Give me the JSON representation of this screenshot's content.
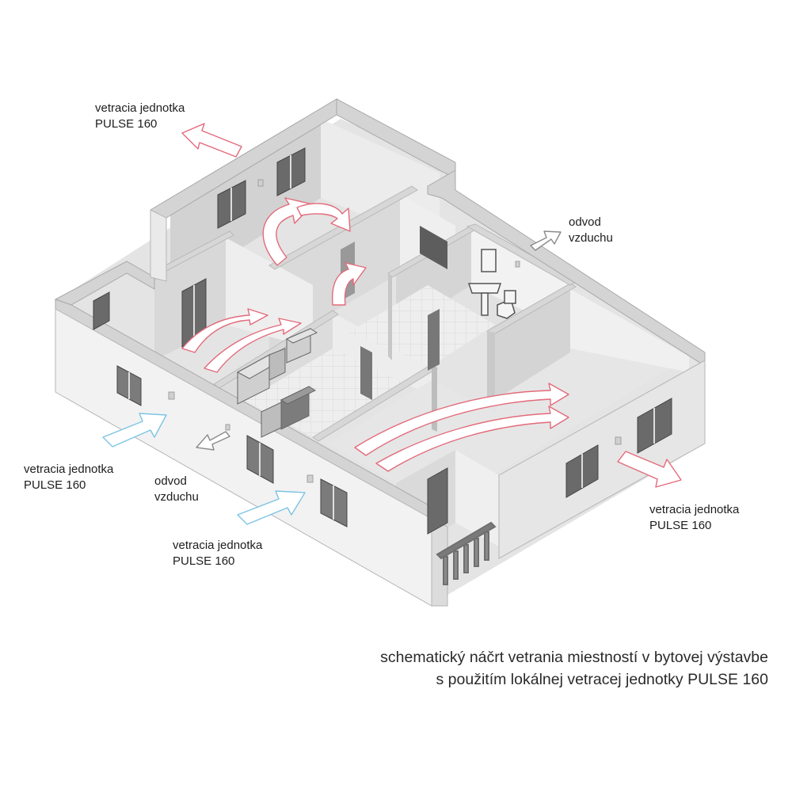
{
  "labels": {
    "unit_top_left": {
      "line1": "vetracia jednotka",
      "line2": "PULSE 160"
    },
    "exhaust_top_right": {
      "line1": "odvod",
      "line2": "vzduchu"
    },
    "unit_left": {
      "line1": "vetracia jednotka",
      "line2": "PULSE 160"
    },
    "exhaust_left": {
      "line1": "odvod",
      "line2": "vzduchu"
    },
    "unit_bottom": {
      "line1": "vetracia jednotka",
      "line2": "PULSE 160"
    },
    "unit_right": {
      "line1": "vetracia jednotka",
      "line2": "PULSE 160"
    }
  },
  "caption": {
    "line1": "schematický náčrt vetrania miestností v bytovej výstavbe",
    "line2": "s použitím lokálnej vetracej jednotky PULSE 160"
  },
  "colors": {
    "extract_arrow": "#e36a7a",
    "supply_arrow": "#7cc4e4",
    "exhaust_arrow": "#8a8a8a",
    "wall_top": "#d6d6d6",
    "wall_front": "#f1f1f1",
    "floor": "#e6e6e6"
  }
}
